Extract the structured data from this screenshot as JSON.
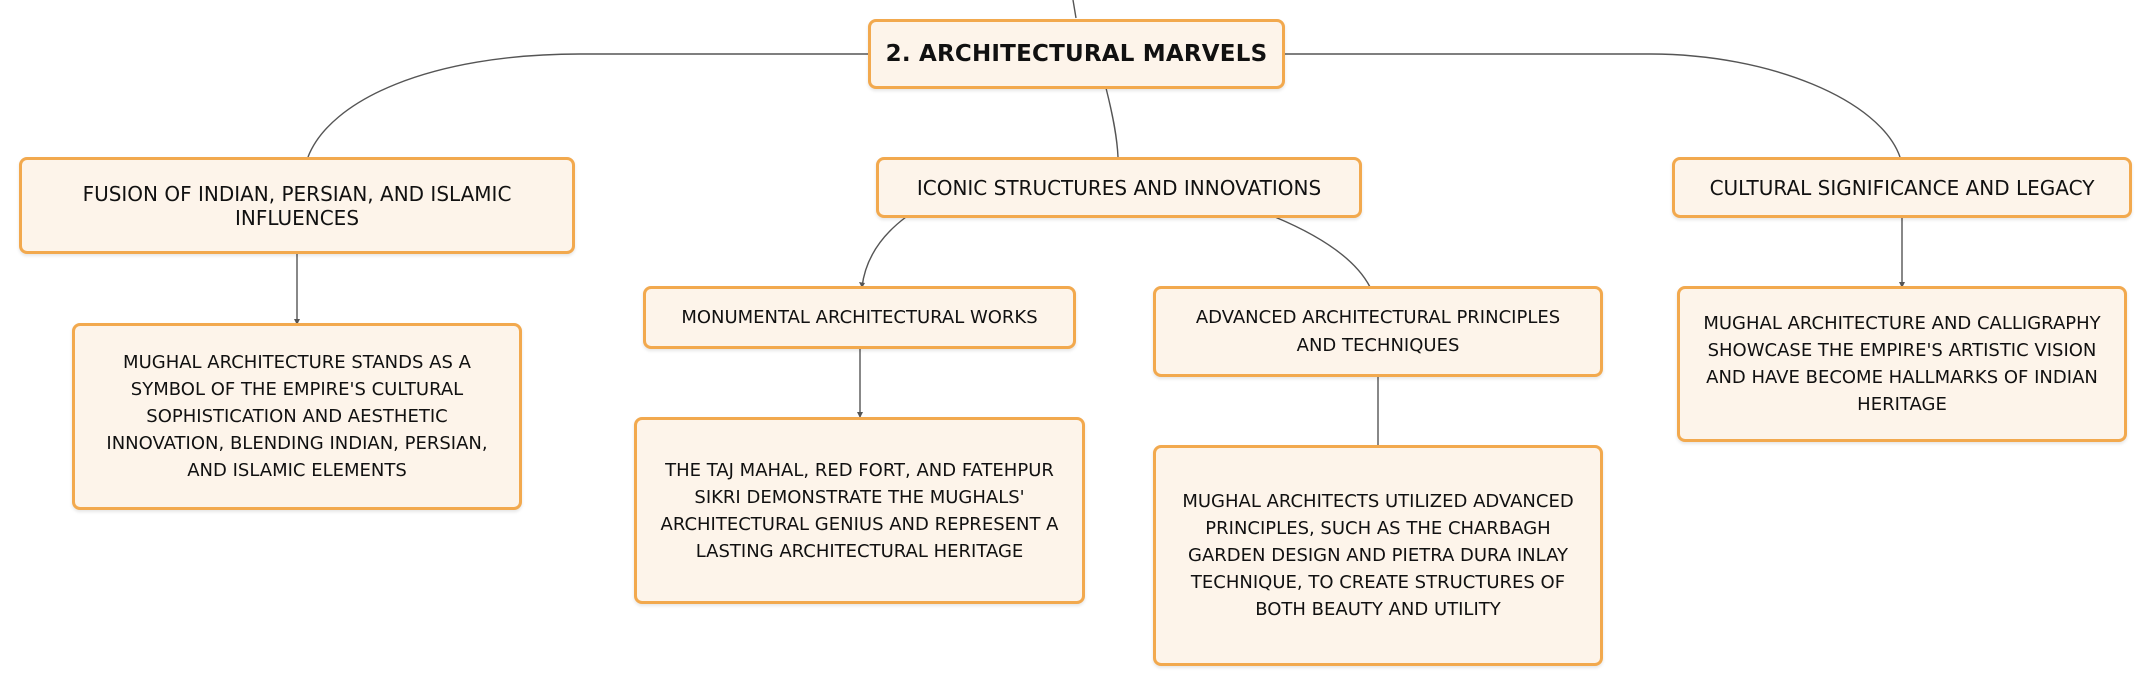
{
  "root": {
    "label": "2. ARCHITECTURAL MARVELS"
  },
  "branches": {
    "fusion": {
      "label": "FUSION OF INDIAN, PERSIAN, AND ISLAMIC INFLUENCES",
      "detail": "MUGHAL ARCHITECTURE STANDS AS A SYMBOL OF THE EMPIRE'S CULTURAL SOPHISTICATION AND AESTHETIC INNOVATION, BLENDING INDIAN, PERSIAN, AND ISLAMIC ELEMENTS"
    },
    "iconic": {
      "label": "ICONIC STRUCTURES AND INNOVATIONS",
      "monumental": {
        "label": "MONUMENTAL ARCHITECTURAL WORKS",
        "detail": "THE TAJ MAHAL, RED FORT, AND FATEHPUR SIKRI DEMONSTRATE THE MUGHALS' ARCHITECTURAL GENIUS AND REPRESENT A LASTING ARCHITECTURAL HERITAGE"
      },
      "advanced": {
        "label": "ADVANCED ARCHITECTURAL PRINCIPLES AND TECHNIQUES",
        "detail": "MUGHAL ARCHITECTS UTILIZED ADVANCED PRINCIPLES, SUCH AS THE CHARBAGH GARDEN DESIGN AND PIETRA DURA INLAY TECHNIQUE, TO CREATE STRUCTURES OF BOTH BEAUTY AND UTILITY"
      }
    },
    "cultural": {
      "label": "CULTURAL SIGNIFICANCE AND LEGACY",
      "detail": "MUGHAL ARCHITECTURE AND CALLIGRAPHY SHOWCASE THE EMPIRE'S ARTISTIC VISION AND HAVE BECOME HALLMARKS OF INDIAN HERITAGE"
    }
  },
  "colors": {
    "node_fill": "#fdf4ea",
    "node_border": "#f2a94e",
    "connector": "#555555",
    "text": "#111111"
  }
}
